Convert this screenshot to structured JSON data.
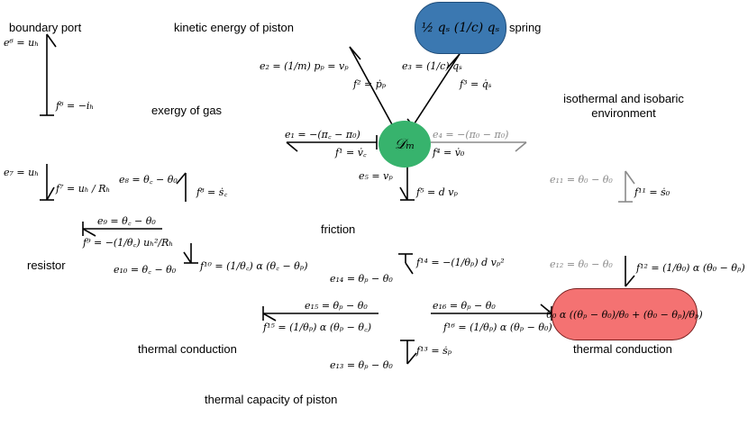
{
  "labels": {
    "boundary_port": "boundary port",
    "kinetic_energy": "kinetic energy of piston",
    "spring": "spring",
    "exergy_gas": "exergy of gas",
    "isothermal_env": "isothermal and isobaric environment",
    "friction": "friction",
    "resistor": "resistor",
    "thermal_conduction_left": "thermal conduction",
    "thermal_conduction_right": "thermal conduction",
    "thermal_capacity": "thermal capacity of piston"
  },
  "nodes": {
    "spring_node": {
      "text": "½ qₛ (1/c) qₛ",
      "color": "#3b78b1"
    },
    "dirac_node": {
      "text": "𝒟ₘ",
      "color": "#37b36d"
    },
    "conduction_node": {
      "text": "θ₀ α ((θₚ − θ₀)/θ₀ + (θ₀ − θₚ)/θₚ)",
      "color": "#f47272"
    }
  },
  "equations": {
    "e6": "e⁶ = uₕ",
    "f6": "f⁶ = −iₕ",
    "e2": "e₂ = (1/m) pₚ = vₚ",
    "f2": "f² = ṗₚ",
    "e3": "e₃ = (1/c) qₛ",
    "f3": "f³ = q̇ₛ",
    "e1": "e₁ = −(π꜀ − π₀)",
    "f1": "f¹ = v̇꜀",
    "e4": "e₄ = −(π₀ − π₀)",
    "f4": "f⁴ = v̇₀",
    "e5": "e₅ = vₚ",
    "f5": "f⁵ = d vₚ",
    "e7": "e₇ = uₕ",
    "f7": "f⁷ = uₕ / Rₕ",
    "e8": "e₈ = θ꜀ − θ₀",
    "f8": "f⁸ = ṡ꜀",
    "e9": "e₉ = θ꜀ − θ₀",
    "f9": "f⁹ = −(1/θ꜀) uₕ²/Rₕ",
    "e10": "e₁₀ = θ꜀ − θ₀",
    "f10": "f¹⁰ = (1/θ꜀) α (θ꜀ − θₚ)",
    "e11": "e₁₁ = θ₀ − θ₀",
    "f11": "f¹¹ = ṡ₀",
    "e12": "e₁₂ = θ₀ − θ₀",
    "f12": "f¹² = (1/θ₀) α (θ₀ − θₚ)",
    "e14": "e₁₄ = θₚ − θ₀",
    "f14": "f¹⁴ = −(1/θₚ) d vₚ²",
    "e15": "e₁₅ = θₚ − θ₀",
    "f15": "f¹⁵ = (1/θₚ) α (θₚ − θ꜀)",
    "e16": "e₁₆ = θₚ − θ₀",
    "f16": "f¹⁶ = (1/θₚ) α (θₚ − θ₀)",
    "e13": "e₁₃ = θₚ − θ₀",
    "f13": "f¹³ = ṡₚ"
  },
  "colors": {
    "bond": "#000000",
    "bond_gray": "#8a8a8a",
    "dirac": "#37b36d",
    "spring": "#3b78b1",
    "conduction": "#f47272"
  }
}
